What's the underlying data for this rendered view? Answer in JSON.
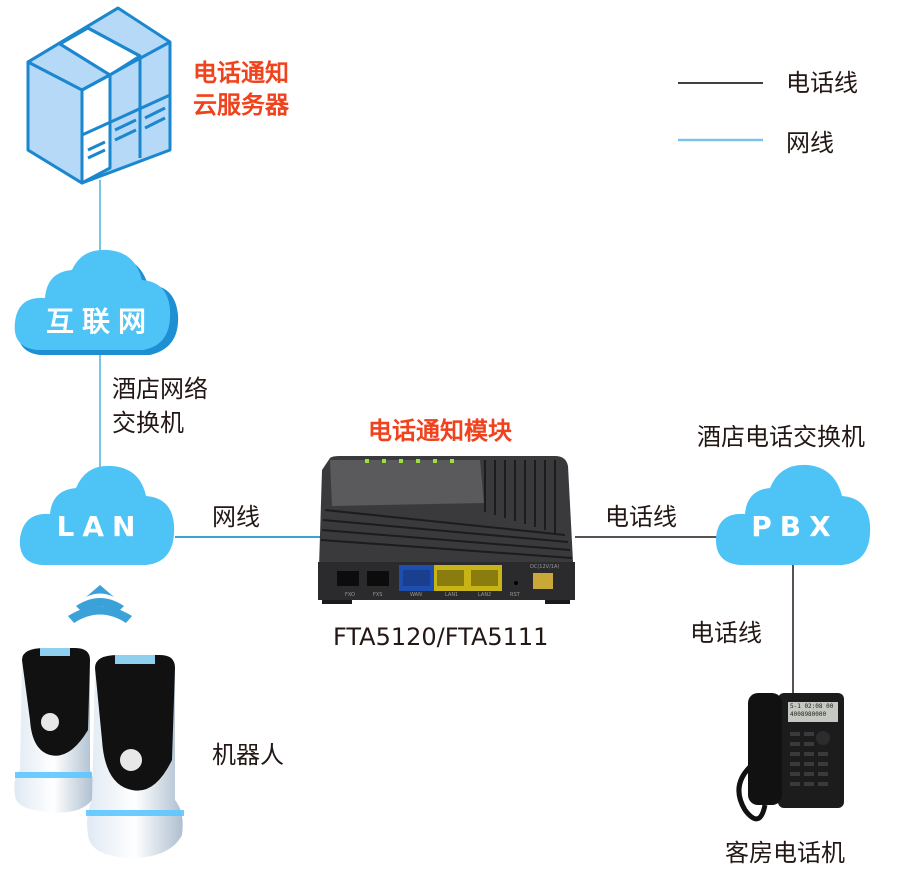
{
  "legend": {
    "items": [
      {
        "label": "电话线",
        "color": "#000000"
      },
      {
        "label": "网线",
        "color": "#7cc3e8"
      }
    ]
  },
  "colors": {
    "network_line": "#3ba2d9",
    "phone_line": "#231815",
    "cloud_fill": "#4ec3f5",
    "cloud_shadow": "#1e8fd3",
    "highlight_red": "#f0421c",
    "server_fill": "#b5d9f6",
    "server_stroke": "#1b87cf"
  },
  "nodes": {
    "server": {
      "title_line1": "电话通知",
      "title_line2": "云服务器"
    },
    "internet_cloud": {
      "label": "互联网"
    },
    "hotel_switch": {
      "line1": "酒店网络",
      "line2": "交换机"
    },
    "lan_cloud": {
      "label": "LAN"
    },
    "module": {
      "title": "电话通知模块",
      "model": "FTA5120/FTA5111",
      "ports": [
        "FXO",
        "FXS",
        "WAN",
        "LAN1",
        "LAN2",
        "RST",
        "DC(12V/1A)"
      ]
    },
    "pbx_cloud": {
      "label": "PBX",
      "title": "酒店电话交换机"
    },
    "room_phone": {
      "label": "客房电话机",
      "display_line1": "5-1 02:08 00",
      "display_line2": "4008980000"
    },
    "robot": {
      "label": "机器人"
    }
  },
  "links": {
    "lan_to_module": "网线",
    "module_to_pbx": "电话线",
    "pbx_to_phone": "电话线"
  }
}
